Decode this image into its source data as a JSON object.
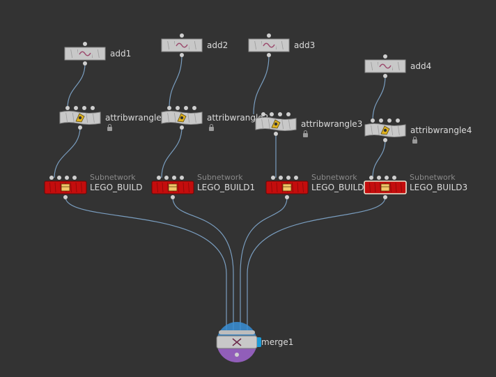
{
  "graph": {
    "add_nodes": [
      {
        "name": "add1",
        "type_icon": "wave-icon"
      },
      {
        "name": "add2",
        "type_icon": "wave-icon"
      },
      {
        "name": "add3",
        "type_icon": "wave-icon"
      },
      {
        "name": "add4",
        "type_icon": "wave-icon"
      }
    ],
    "wrangle_nodes": [
      {
        "name": "attribwrangle1",
        "type_icon": "vex-wrangle-icon",
        "locked": true
      },
      {
        "name": "attribwrangle2",
        "type_icon": "vex-wrangle-icon",
        "locked": true
      },
      {
        "name": "attribwrangle3",
        "type_icon": "vex-wrangle-icon",
        "locked": true
      },
      {
        "name": "attribwrangle4",
        "type_icon": "vex-wrangle-icon",
        "locked": true
      }
    ],
    "subnet_nodes": [
      {
        "name": "LEGO_BUILD",
        "type_label": "Subnetwork",
        "type_icon": "box-icon",
        "selected": false
      },
      {
        "name": "LEGO_BUILD1",
        "type_label": "Subnetwork",
        "type_icon": "box-icon",
        "selected": false
      },
      {
        "name": "LEGO_BUILD2",
        "type_label": "Subnetwork",
        "type_icon": "box-icon",
        "selected": false
      },
      {
        "name": "LEGO_BUILD3",
        "type_label": "Subnetwork",
        "type_icon": "box-icon",
        "selected": true
      }
    ],
    "merge_node": {
      "name": "merge1",
      "type_icon": "merge-icon",
      "display_flag": true,
      "render_flag": true
    }
  },
  "colors": {
    "background": "#333333",
    "wire": "#7a9ec0",
    "generic_node": "#c8c8c8",
    "subnet_node": "#c40d0d",
    "display_flag": "#3a8fd6",
    "render_flag": "#9b63c8",
    "selection_outline": "#f0e6d2"
  }
}
